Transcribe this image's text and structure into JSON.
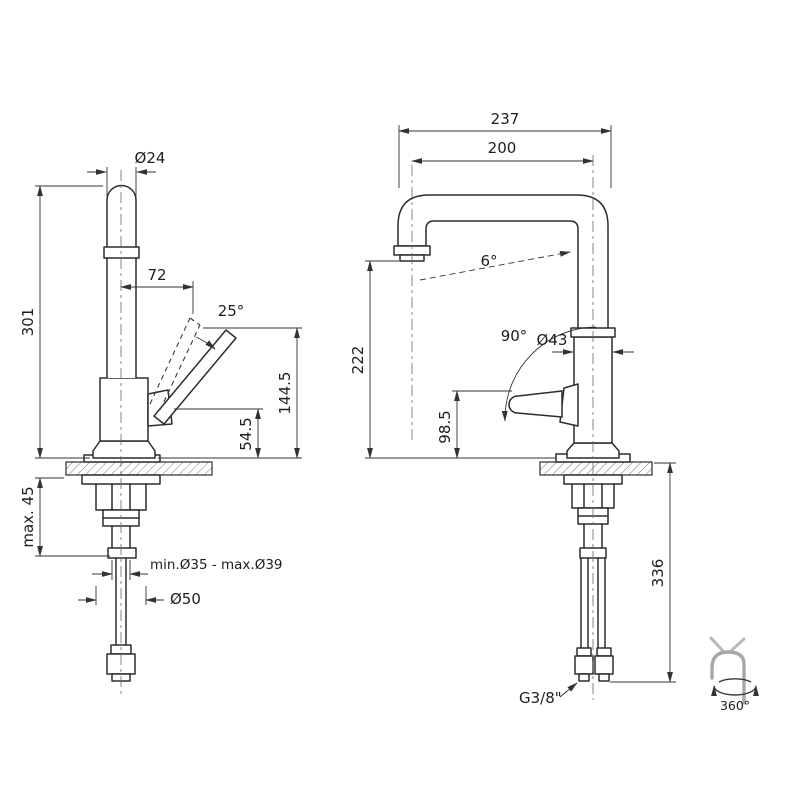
{
  "drawing": {
    "left_view": {
      "top_diameter": "Ø24",
      "height_total": "301",
      "handle_length": "72",
      "handle_angle": "25°",
      "handle_tip_height": "144.5",
      "handle_pivot_height": "54.5",
      "max_counter_thickness": "max. 45",
      "hole_range": "min.Ø35 - max.Ø39",
      "base_diameter": "Ø50"
    },
    "right_view": {
      "total_depth": "237",
      "spout_reach": "200",
      "spout_angle": "6°",
      "spout_height": "222",
      "swivel_angle": "90°",
      "body_diameter": "Ø43",
      "handle_height": "98.5",
      "hose_length": "336",
      "connection_thread": "G3/8\""
    },
    "rotation_badge": "360°"
  },
  "colors": {
    "line": "#2d2d2d",
    "dimension": "#333333",
    "icon_gray": "#a8a8a8",
    "background": "#ffffff"
  }
}
